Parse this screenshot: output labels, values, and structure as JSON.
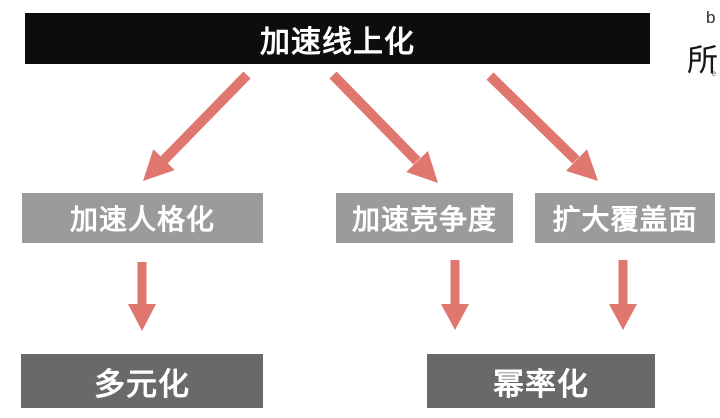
{
  "diagram": {
    "root": {
      "label": "加速线上化"
    },
    "level2": [
      {
        "label": "加速人格化"
      },
      {
        "label": "加速竞争度"
      },
      {
        "label": "扩大覆盖面"
      }
    ],
    "level3": [
      {
        "label": "多元化"
      },
      {
        "label": "幂率化"
      }
    ]
  },
  "watermark": {
    "line1": "b",
    "line2": "所",
    "line3": "e"
  },
  "colors": {
    "arrow": "#df776e",
    "root_box_bg": "#0d0d0d",
    "mid_box_bg": "#9b9b9b",
    "bottom_box_bg": "#696969",
    "box_text": "#ffffff"
  }
}
